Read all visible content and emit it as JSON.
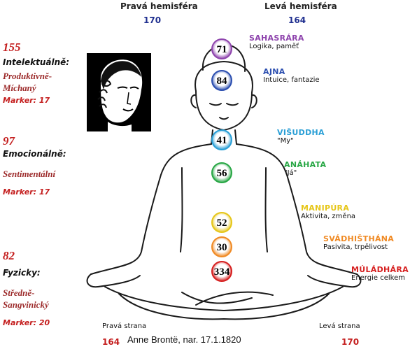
{
  "hemispheres": {
    "right": {
      "label": "Pravá hemisféra",
      "value": "170"
    },
    "left": {
      "label": "Levá hemisféra",
      "value": "164"
    }
  },
  "profile": {
    "intellectual": {
      "value": "155",
      "label": "Intelektuálně:",
      "type": "Produktivně-Míchaný",
      "marker": "Marker: 17"
    },
    "emotional": {
      "value": "97",
      "label": "Emocionálně:",
      "type": "Sentimentální",
      "marker": "Marker: 17"
    },
    "physical": {
      "value": "82",
      "label": "Fyzicky:",
      "type": "Středně-Sangvinický",
      "marker": "Marker: 20"
    }
  },
  "chakras": [
    {
      "value": "71",
      "name": "SAHASRÁRA",
      "desc": "Logika, paměť",
      "color": "#8e44ad"
    },
    {
      "value": "84",
      "name": "AJNA",
      "desc": "Intuice, fantazie",
      "color": "#2c4fb0"
    },
    {
      "value": "41",
      "name": "VIŠUDDHA",
      "desc": "\"My\"",
      "color": "#2a9fd6"
    },
    {
      "value": "56",
      "name": "ANÁHATA",
      "desc": "\"Já\"",
      "color": "#28a745"
    },
    {
      "value": "52",
      "name": "MANIPÚRA",
      "desc": "Aktivita, změna",
      "color": "#e6c619"
    },
    {
      "value": "30",
      "name": "SVÁDHIŠTHÁNA",
      "desc": "Pasivita, trpělivost",
      "color": "#f08a24"
    },
    {
      "value": "334",
      "name": "MÚLÁDHÁRA",
      "desc": "Energie celkem",
      "color": "#d62020"
    }
  ],
  "sides": {
    "right": {
      "label": "Pravá strana",
      "value": "164"
    },
    "left": {
      "label": "Levá strana",
      "value": "170"
    }
  },
  "footer": "Anne Brontë, nar. 17.1.1820"
}
